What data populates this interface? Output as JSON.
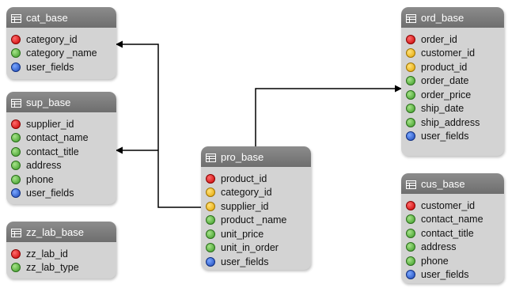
{
  "tables": {
    "cat_base": {
      "title": "cat_base",
      "fields": [
        {
          "name": "category_id",
          "kind": "primary-key"
        },
        {
          "name": "category _name",
          "kind": "attribute"
        },
        {
          "name": "user_fields",
          "kind": "user-fields"
        }
      ]
    },
    "sup_base": {
      "title": "sup_base",
      "fields": [
        {
          "name": "supplier_id",
          "kind": "primary-key"
        },
        {
          "name": "contact_name",
          "kind": "attribute"
        },
        {
          "name": "contact_title",
          "kind": "attribute"
        },
        {
          "name": "address",
          "kind": "attribute"
        },
        {
          "name": "phone",
          "kind": "attribute"
        },
        {
          "name": "user_fields",
          "kind": "user-fields"
        }
      ]
    },
    "zz_lab_base": {
      "title": "zz_lab_base",
      "fields": [
        {
          "name": "zz_lab_id",
          "kind": "primary-key"
        },
        {
          "name": "zz_lab_type",
          "kind": "attribute"
        }
      ]
    },
    "pro_base": {
      "title": "pro_base",
      "fields": [
        {
          "name": "product_id",
          "kind": "primary-key"
        },
        {
          "name": "category_id",
          "kind": "foreign-key"
        },
        {
          "name": "supplier_id",
          "kind": "foreign-key"
        },
        {
          "name": "product _name",
          "kind": "attribute"
        },
        {
          "name": "unit_price",
          "kind": "attribute"
        },
        {
          "name": "unit_in_order",
          "kind": "attribute"
        },
        {
          "name": "user_fields",
          "kind": "user-fields"
        }
      ]
    },
    "ord_base": {
      "title": "ord_base",
      "fields": [
        {
          "name": "order_id",
          "kind": "primary-key"
        },
        {
          "name": "customer_id",
          "kind": "foreign-key"
        },
        {
          "name": "product_id",
          "kind": "foreign-key"
        },
        {
          "name": "order_date",
          "kind": "attribute"
        },
        {
          "name": "order_price",
          "kind": "attribute"
        },
        {
          "name": "ship_date",
          "kind": "attribute"
        },
        {
          "name": "ship_address",
          "kind": "attribute"
        },
        {
          "name": "user_fields",
          "kind": "user-fields"
        }
      ]
    },
    "cus_base": {
      "title": "cus_base",
      "fields": [
        {
          "name": "customer_id",
          "kind": "primary-key"
        },
        {
          "name": "contact_name",
          "kind": "attribute"
        },
        {
          "name": "contact_title",
          "kind": "attribute"
        },
        {
          "name": "address",
          "kind": "attribute"
        },
        {
          "name": "phone",
          "kind": "attribute"
        },
        {
          "name": "user_fields",
          "kind": "user-fields"
        }
      ]
    }
  },
  "relationships": [
    {
      "from": "pro_base",
      "to": "cat_base"
    },
    {
      "from": "pro_base",
      "to": "sup_base"
    },
    {
      "from": "pro_base",
      "to": "ord_base"
    }
  ],
  "colors": {
    "header": "#7a7a7a",
    "body": "#d3d3d3",
    "primary_key": "#c80000",
    "foreign_key": "#e3a400",
    "attribute": "#3a9a25",
    "user_fields": "#1c48b8"
  }
}
